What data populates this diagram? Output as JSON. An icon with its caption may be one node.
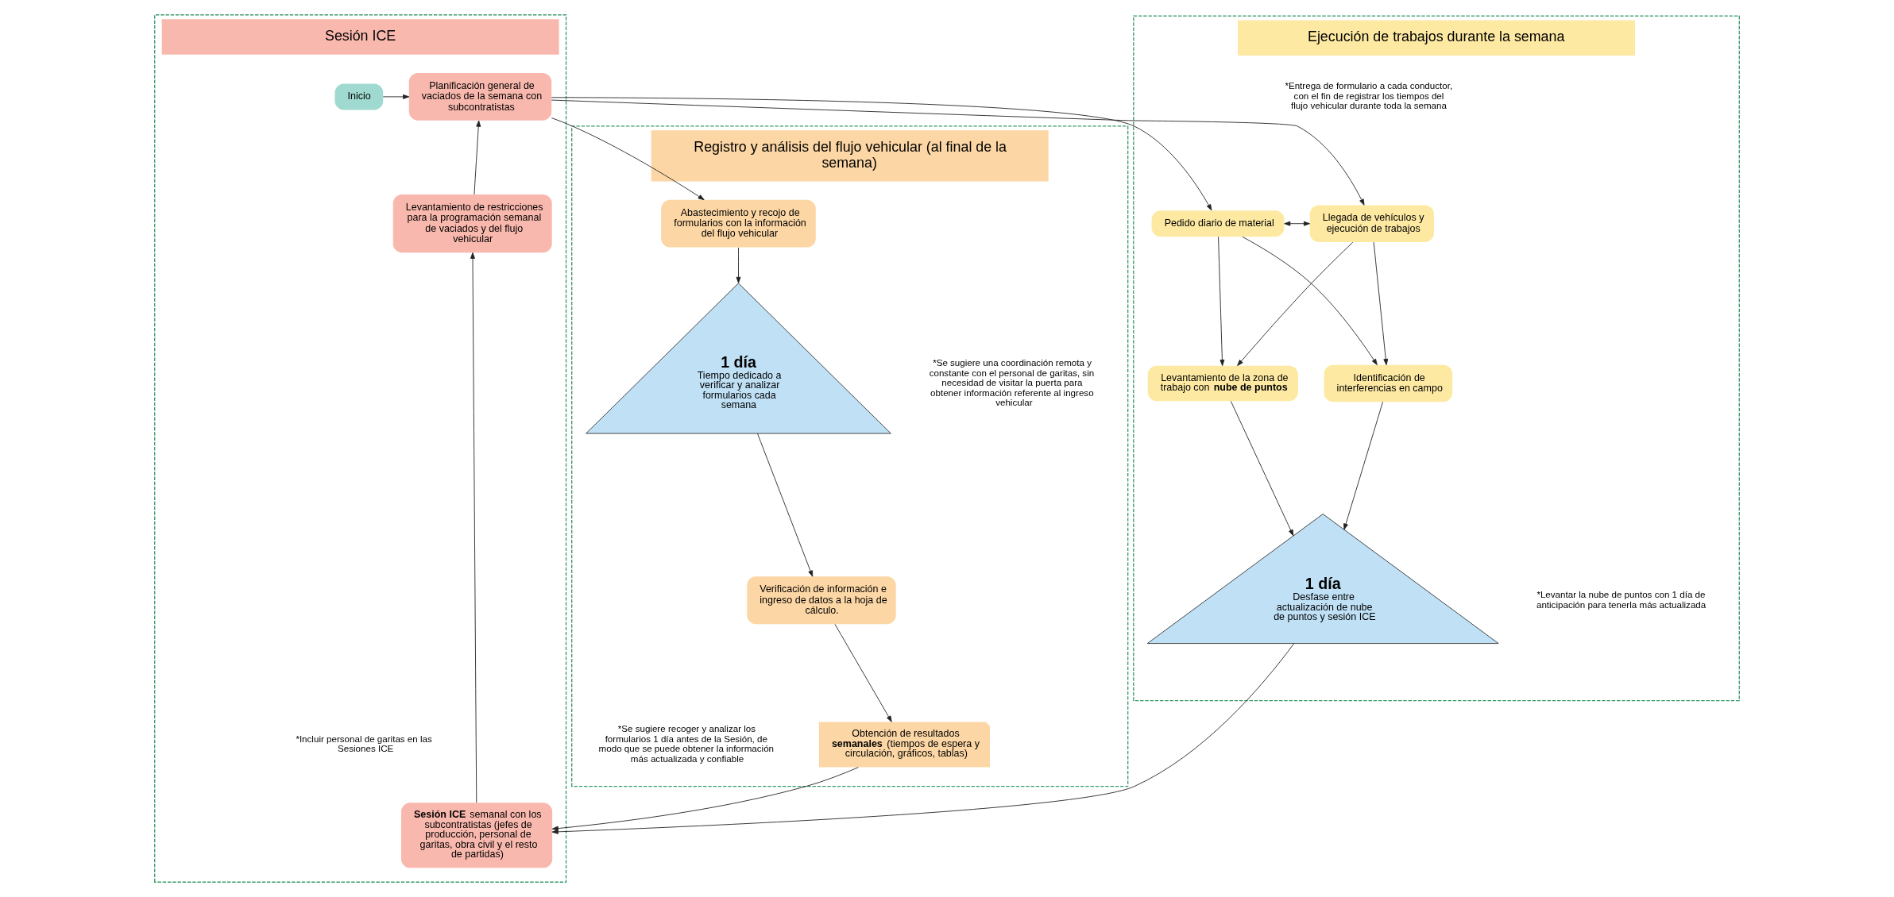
{
  "diagram": {
    "nodes": [
      {
        "text": [
          "Sesión ICE"
        ]
      },
      {
        "text": [
          "Registro y análisis del flujo vehicular (al final de la semana)"
        ]
      },
      {
        "text": [
          "Ejecución de trabajos durante la semana"
        ]
      },
      {
        "text": [
          "Inicio"
        ],
        "in": 0
      },
      {
        "text": [
          "Planificación general de vaciados de la semana con subcontratistas"
        ],
        "in": 0
      },
      {
        "text": [
          "Levantamiento de restricciones para la programación semanal de vaciados y del flujo vehicular"
        ],
        "in": 0
      },
      {
        "text": [
          "**Sesión ICE** semanal con los subcontratistas (jefes de producción, personal de garitas, obra civil y el resto de partidas)"
        ],
        "in": 0
      },
      {
        "text": [
          "Abastecimiento y recojo de formularios con la información del flujo vehicular"
        ],
        "in": 1
      },
      {
        "text": [
          "1 día",
          "Tiempo dedicado a verificar y analizar formularios cada semana"
        ],
        "in": 1
      },
      {
        "text": [
          "Verificación de información e ingreso de datos a la hoja de cálculo."
        ],
        "in": 1
      },
      {
        "text": [
          "Obtención de resultados **semanales** (tiempos de espera y circulación, gráficos, tablas)"
        ],
        "in": 1
      },
      {
        "text": [
          "Pedido diario de material"
        ],
        "in": 2
      },
      {
        "text": [
          "Llegada de vehículos y ejecución de trabajos"
        ],
        "in": 2
      },
      {
        "text": [
          "Levantamiento de la zona de trabajo con **nube de puntos**"
        ],
        "in": 2
      },
      {
        "text": [
          "Identificación de interferencias en campo"
        ],
        "in": 2
      },
      {
        "text": [
          "1 día",
          "Desfase entre actualización de nube de puntos y sesión ICE"
        ],
        "in": 2
      }
    ],
    "edges": [
      {
        "from": 3,
        "to": 4,
        "arrow": "to"
      },
      {
        "from": 4,
        "to": 7,
        "arrow": "to"
      },
      {
        "from": 4,
        "to": 11,
        "arrow": "to"
      },
      {
        "from": 4,
        "to": 12,
        "arrow": "to"
      },
      {
        "from": 5,
        "to": 4,
        "arrow": "to"
      },
      {
        "from": 6,
        "to": 5,
        "arrow": "to"
      },
      {
        "from": 7,
        "to": 8,
        "arrow": "to"
      },
      {
        "from": 8,
        "to": 9,
        "arrow": "to"
      },
      {
        "from": 9,
        "to": 10,
        "arrow": "to"
      },
      {
        "from": 10,
        "to": 6,
        "arrow": "to"
      },
      {
        "from": 11,
        "to": 12,
        "arrow": "both"
      },
      {
        "from": 11,
        "to": 13,
        "arrow": "to"
      },
      {
        "from": 11,
        "to": 14,
        "arrow": "to"
      },
      {
        "from": 12,
        "to": 13,
        "arrow": "to"
      },
      {
        "from": 12,
        "to": 14,
        "arrow": "to"
      },
      {
        "from": 13,
        "to": 15,
        "arrow": "to"
      },
      {
        "from": 14,
        "to": 15,
        "arrow": "to"
      },
      {
        "from": 15,
        "to": 6,
        "arrow": "to"
      }
    ],
    "labels": [
      "*Entrega de formulario a cada conductor, con el fin de registrar los tiempos del flujo vehicular durante toda la semana",
      "*Se sugiere una coordinación  remota y constante con el personal de garitas, sin necesidad de visitar la puerta para obtener información referente al ingreso vehicular",
      "*Incluir personal de garitas en las Sesiones ICE",
      "*Se sugiere recoger y analizar los formularios 1 día antes de la Sesión, de modo que se puede obtener la información más actualizada y confiable",
      "*Levantar la nube de puntos con 1 día de anticipación para tenerla más actualizada"
    ]
  }
}
